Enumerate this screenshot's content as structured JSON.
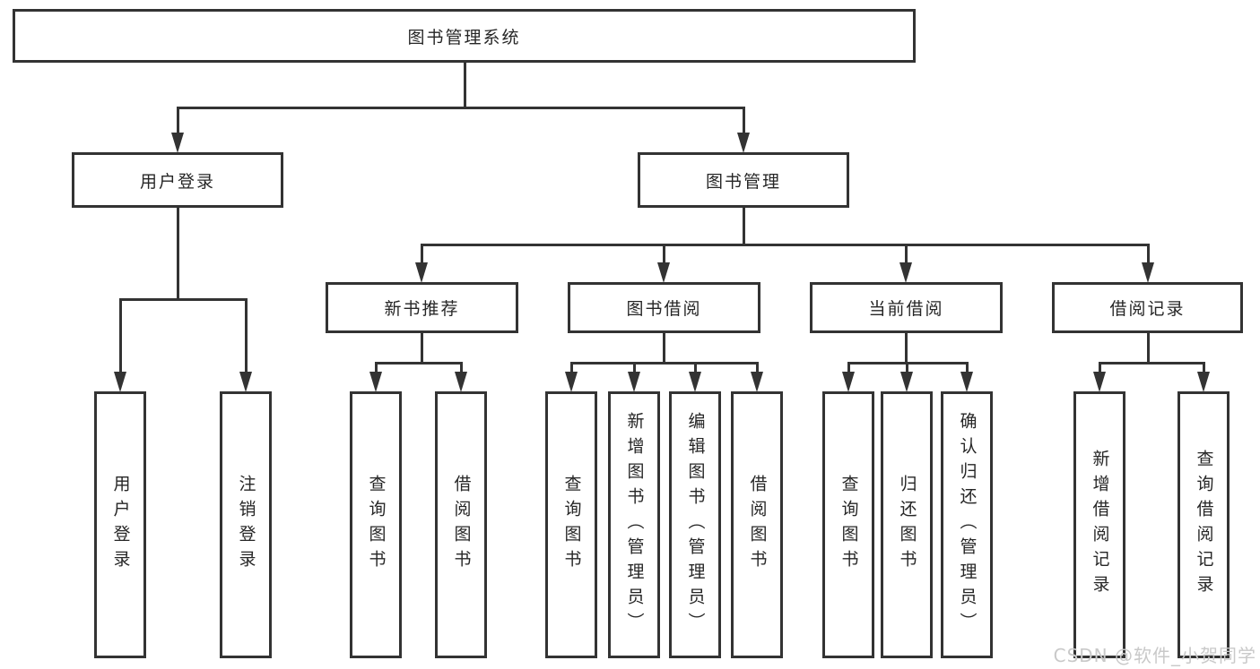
{
  "tree": {
    "root": "图书管理系统",
    "branches": [
      {
        "label": "用户登录",
        "children": [
          "用户登录",
          "注销登录"
        ]
      },
      {
        "label": "图书管理",
        "sections": [
          {
            "label": "新书推荐",
            "children": [
              "查询图书",
              "借阅图书"
            ]
          },
          {
            "label": "图书借阅",
            "children": [
              "查询图书",
              "新增图书（管理员）",
              "编辑图书（管理员）",
              "借阅图书"
            ]
          },
          {
            "label": "当前借阅",
            "children": [
              "查询图书",
              "归还图书",
              "确认归还（管理员）"
            ]
          },
          {
            "label": "借阅记录",
            "children": [
              "新增借阅记录",
              "查询借阅记录"
            ]
          }
        ]
      }
    ]
  },
  "watermark": "CSDN @软件_小贺同学",
  "colors": {
    "line": "#333333",
    "box_border": "#333333",
    "text": "#262626",
    "watermark": "#c9c9c9",
    "background": "#ffffff"
  }
}
